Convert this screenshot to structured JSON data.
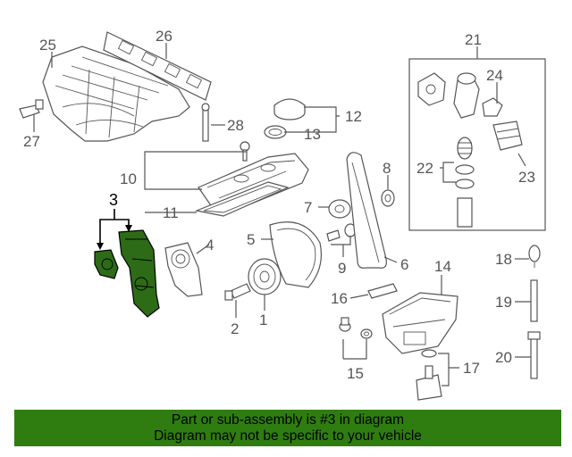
{
  "diagram": {
    "callouts": [
      "25",
      "26",
      "27",
      "28",
      "12",
      "13",
      "10",
      "11",
      "3",
      "4",
      "5",
      "7",
      "8",
      "9",
      "6",
      "2",
      "1",
      "16",
      "14",
      "15",
      "17",
      "18",
      "19",
      "20",
      "21",
      "22",
      "23",
      "24"
    ],
    "highlight_color": "#2e6b17"
  },
  "banner": {
    "line1": "Part or sub-assembly is #3 in diagram",
    "line2": "Diagram may not be specific to your vehicle",
    "background": "#2f7d10"
  }
}
